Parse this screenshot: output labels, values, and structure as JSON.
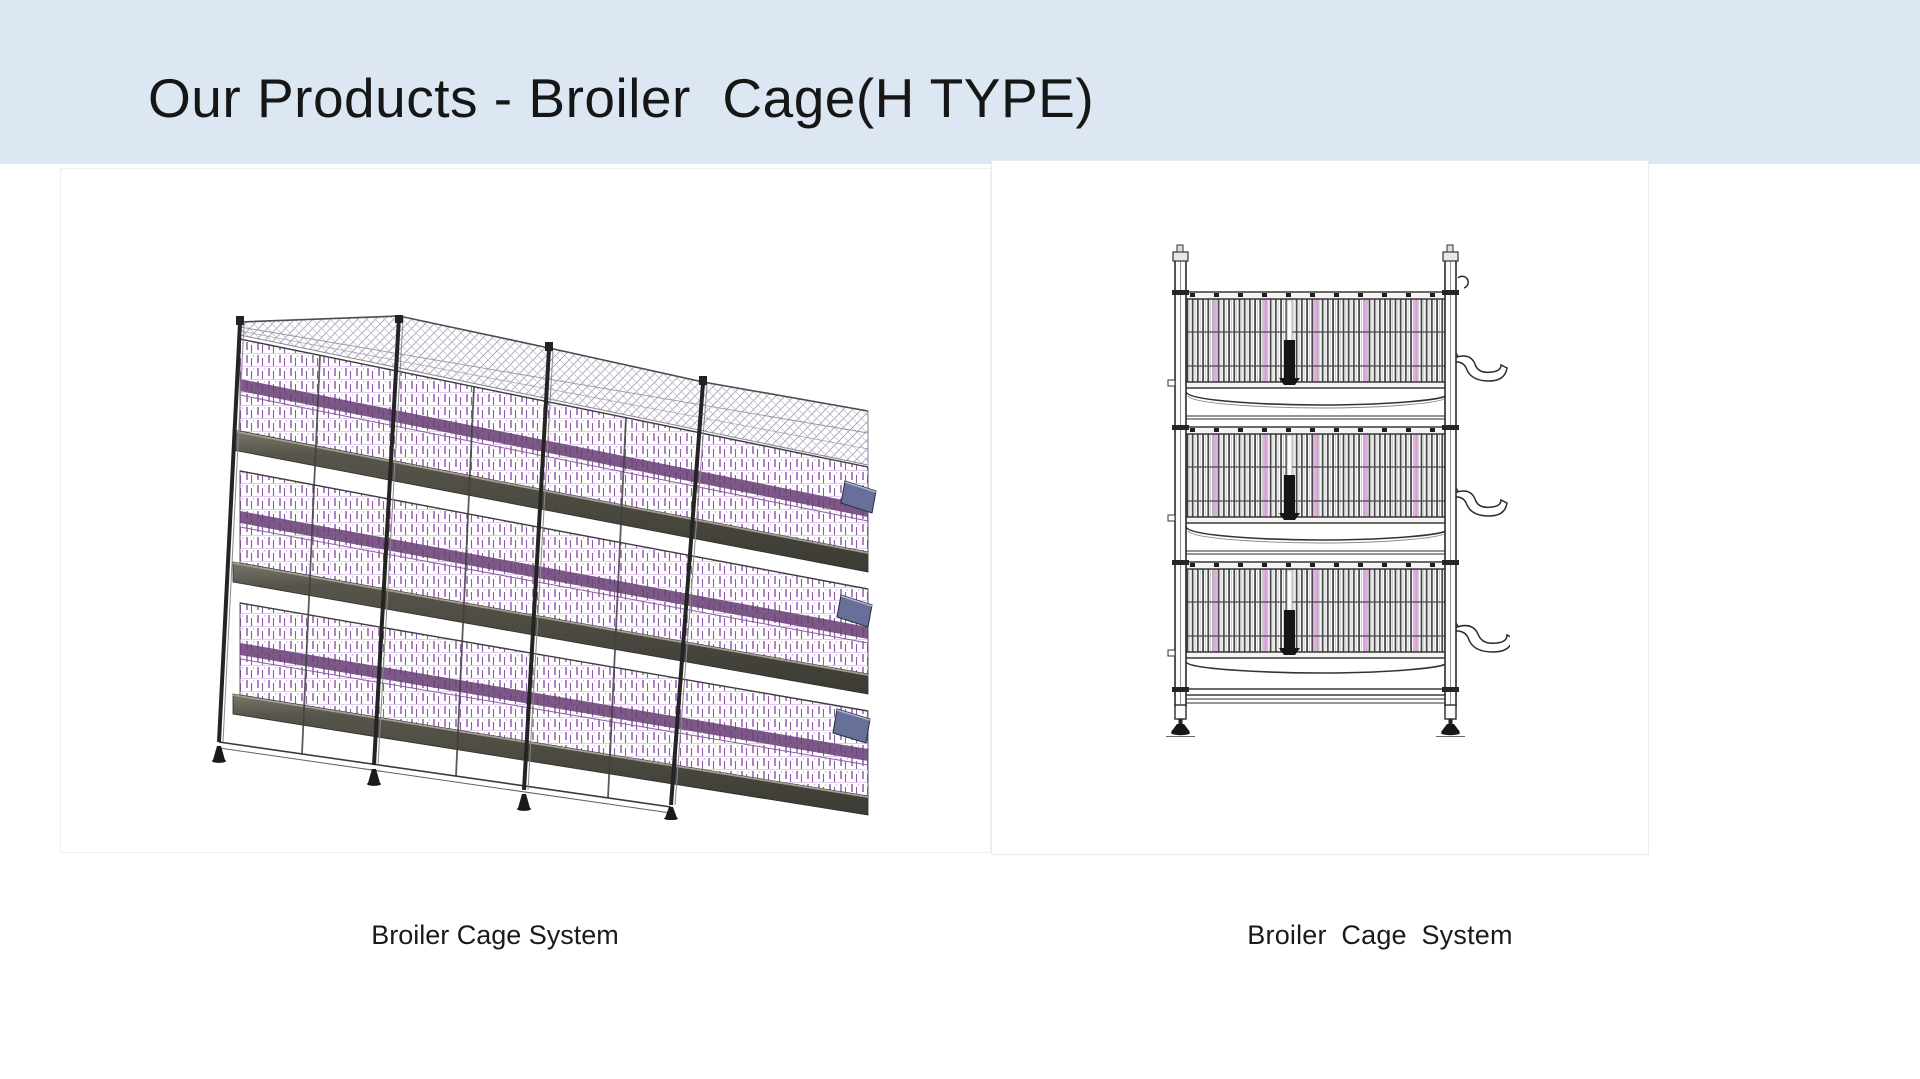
{
  "header": {
    "title": "Our Products - Broiler  Cage(H TYPE)",
    "background_color": "#dce7f3",
    "text_color": "#161616"
  },
  "figures": {
    "left": {
      "caption": "Broiler Cage System"
    },
    "right": {
      "caption": "Broiler Cage System"
    }
  },
  "palette": {
    "mesh_purple": "#a777bb",
    "mesh_purple_dark": "#8c5ca6",
    "feed_line_purple": "#6a4276",
    "belt_dark": "#4f4d43",
    "frame_dark": "#2b2b2b",
    "pink_stripe": "#dfaade",
    "trough_blue": "#667099",
    "net_gray": "#aaa1ba"
  }
}
